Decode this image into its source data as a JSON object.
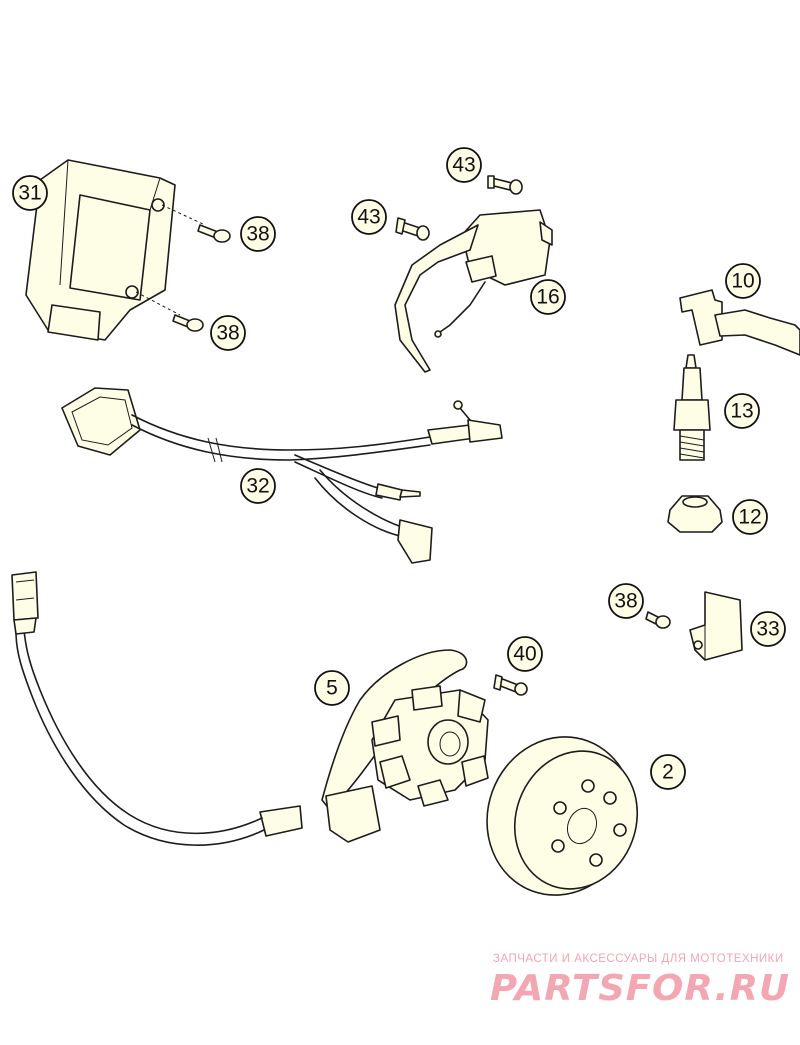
{
  "callouts": [
    "31",
    "38",
    "38",
    "43",
    "43",
    "16",
    "10",
    "13",
    "12",
    "32",
    "38",
    "33",
    "40",
    "5",
    "2"
  ],
  "watermark": {
    "tagline": "ЗАПЧАСТИ И АКСЕССУАРЫ ДЛЯ МОТОТЕХНИКИ",
    "logo": "PARTSFOR.RU"
  },
  "colors": {
    "part_fill": "#fefde6",
    "outline": "#1c1c1c",
    "watermark": "#f2a7b3"
  }
}
